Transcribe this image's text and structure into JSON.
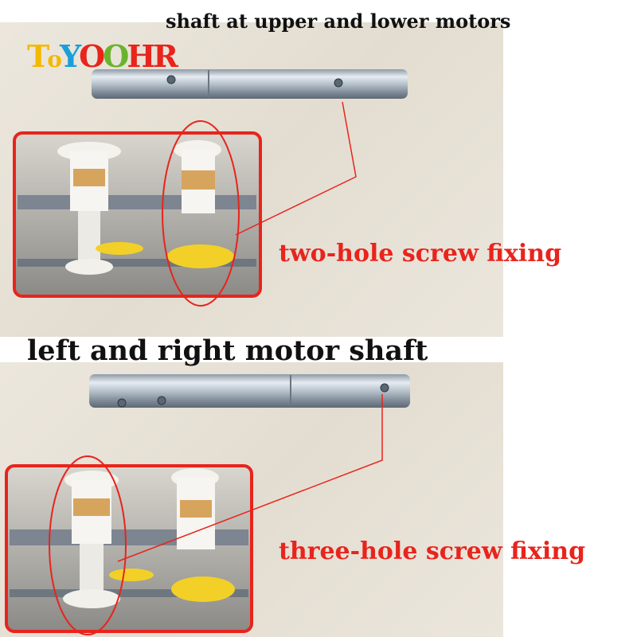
{
  "top_caption": "shaft at upper and lower motors",
  "middle_caption": "left and right motor shaft",
  "top_label": "two-hole screw fixing",
  "bottom_label": "three-hole screw fixing",
  "logo": {
    "text": "ToYOOHR",
    "letters": [
      "T",
      "o",
      "Y",
      "O",
      "O",
      "H",
      "R"
    ],
    "colors": [
      "#f5b800",
      "#f5b800",
      "#1a9fd9",
      "#e8241c",
      "#6ab42d",
      "#e8241c",
      "#e8241c"
    ]
  },
  "colors": {
    "annotation_red": "#e8241c",
    "caption_black": "#111111",
    "background": "#e8e3d8"
  }
}
